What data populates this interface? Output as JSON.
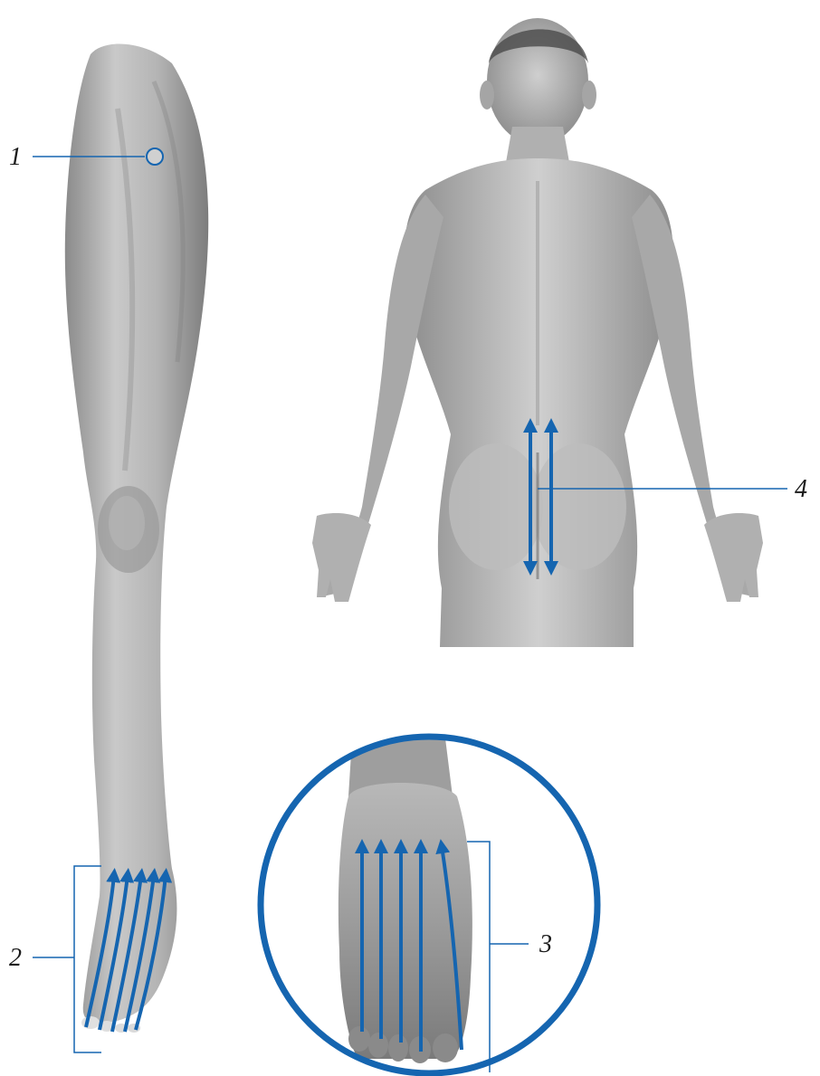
{
  "labels": {
    "l1": "1",
    "l2": "2",
    "l3": "3",
    "l4": "4"
  },
  "colors": {
    "accent": "#1565b0",
    "skin_light": "#d2d2d2",
    "skin_mid": "#a9a9a9",
    "skin_dark": "#6e6e6e",
    "hair": "#4a4a4a"
  }
}
